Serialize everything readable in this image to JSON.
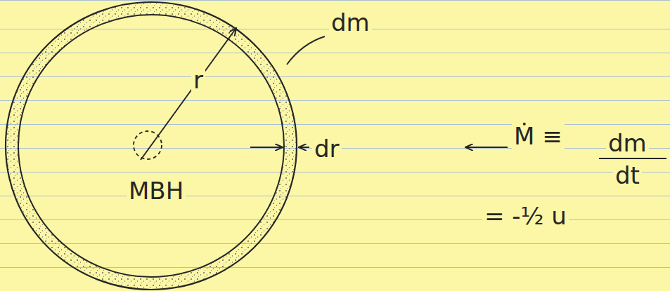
{
  "diagram": {
    "labels": [
      "dm",
      "r",
      "dr",
      "MBH",
      "Ṁ ≡",
      "dm",
      "dt",
      "= -½ u"
    ]
  }
}
